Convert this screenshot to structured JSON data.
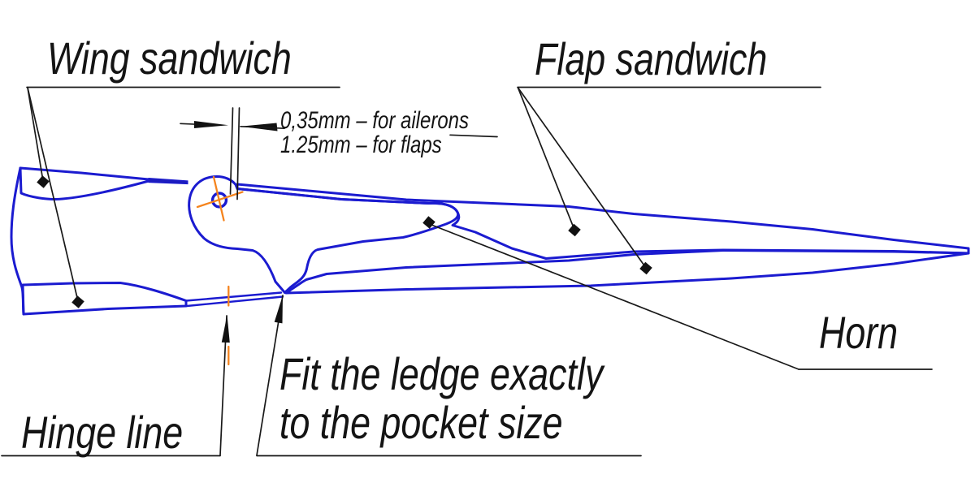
{
  "title": "Wing / flap hinge cross-section drawing",
  "labels": {
    "wing_sandwich": "Wing sandwich",
    "flap_sandwich": "Flap sandwich",
    "gap_aileron": "0,35mm – for ailerons",
    "gap_flap": "1.25mm – for flaps",
    "horn": "Horn",
    "hinge_line": "Hinge line",
    "fit_ledge_line1": "Fit the ledge exactly",
    "fit_ledge_line2": "to the pocket size"
  },
  "colors": {
    "outline_blue": "#1b1bd0",
    "hatch_black": "#161616",
    "centerline_orange": "#f5841e",
    "text_dark": "#141414",
    "background": "#ffffff"
  },
  "markers": {
    "core_marker": "black-diamond",
    "hinge_pin": "blue-circle",
    "hinge_axis": "orange-centerline-cross"
  }
}
